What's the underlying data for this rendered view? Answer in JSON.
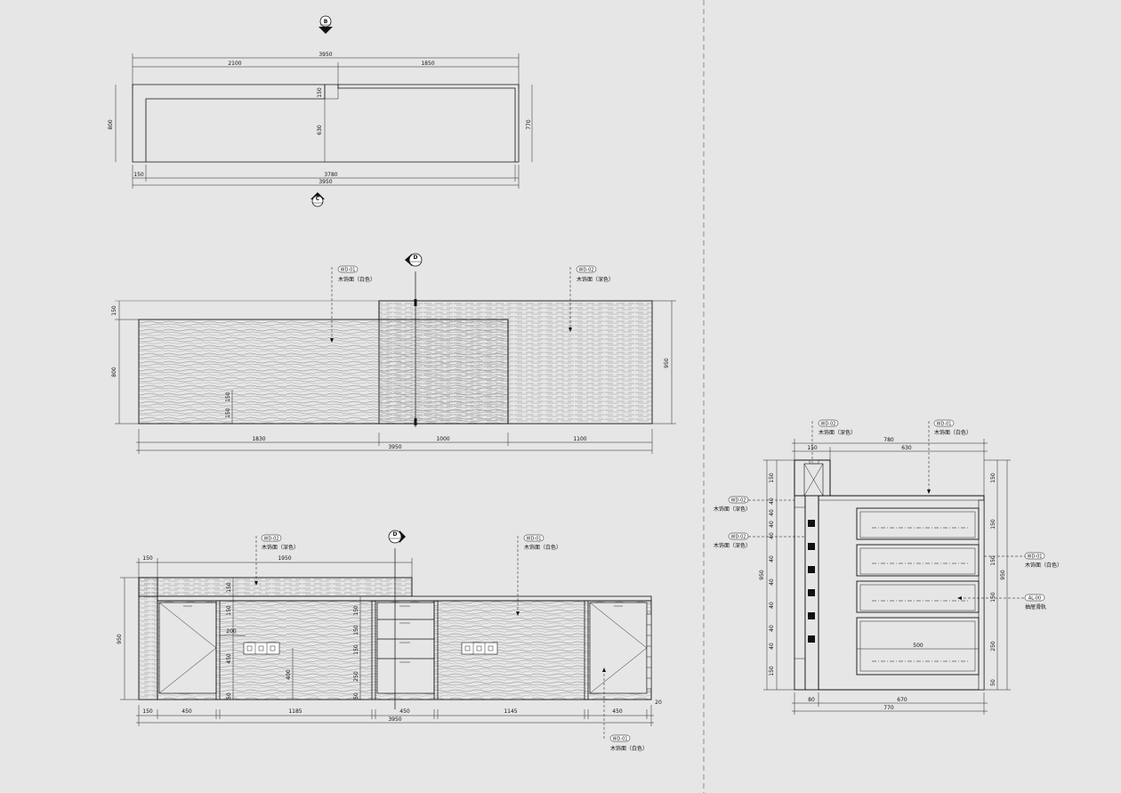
{
  "sheet": {
    "plan": {
      "section_mark_top": "B",
      "section_mark_bottom": "C",
      "dims_top": [
        "3950",
        "2100",
        "1850"
      ],
      "dims_bottom": [
        "150",
        "3780",
        "3950"
      ],
      "dims_left": [
        "800"
      ],
      "dims_right": [
        "770"
      ],
      "dims_inner": [
        "150",
        "630"
      ]
    },
    "front_elevation": {
      "section_mark": "D",
      "callout_left": {
        "code": "WD-01",
        "text": "木饰面（白色）"
      },
      "callout_right": {
        "code": "WD-02",
        "text": "木饰面（深色）"
      },
      "dims_left": [
        "150",
        "800"
      ],
      "dims_right": [
        "950"
      ],
      "dims_inner": [
        "150",
        "150"
      ],
      "dims_bottom": [
        "1830",
        "1000",
        "1100",
        "3950"
      ]
    },
    "back_elevation": {
      "section_mark": "D",
      "callout_top_left": {
        "code": "WD-02",
        "text": "木饰面（深色）"
      },
      "callout_top_right": {
        "code": "WD-01",
        "text": "木饰面（白色）"
      },
      "callout_bottom": {
        "code": "WD-01",
        "text": "木饰面（白色）"
      },
      "dims_top": [
        "150",
        "1950"
      ],
      "dims_left": [
        "950"
      ],
      "dims_inner_left": [
        "150",
        "150",
        "200",
        "450",
        "50"
      ],
      "dims_inner_mid": [
        "150",
        "150",
        "150",
        "250",
        "50"
      ],
      "dim_vertical_mid": "400",
      "dims_bottom": [
        "150",
        "450",
        "1185",
        "450",
        "1145",
        "450",
        "20",
        "3950"
      ]
    },
    "section": {
      "callout_top_left": {
        "code": "WD-02",
        "text": "木饰面（深色）"
      },
      "callout_top_right": {
        "code": "WD-01",
        "text": "木饰面（白色）"
      },
      "callout_left_1": {
        "code": "WD-02",
        "text": "木饰面（深色）"
      },
      "callout_left_2": {
        "code": "WD-02",
        "text": "木饰面（深色）"
      },
      "callout_right_1": {
        "code": "WD-01",
        "text": "木饰面（白色）"
      },
      "callout_right_2": {
        "code": "AL-00",
        "text": "抽屉滑轨"
      },
      "dims_top": [
        "150",
        "780",
        "630"
      ],
      "dims_left": [
        "150",
        "40",
        "40",
        "40",
        "40",
        "40",
        "40",
        "40",
        "40",
        "40",
        "150",
        "950"
      ],
      "dims_right": [
        "150",
        "150",
        "150",
        "150",
        "250",
        "50",
        "950"
      ],
      "dim_inner": "500",
      "dims_bottom": [
        "80",
        "670",
        "770"
      ]
    }
  }
}
